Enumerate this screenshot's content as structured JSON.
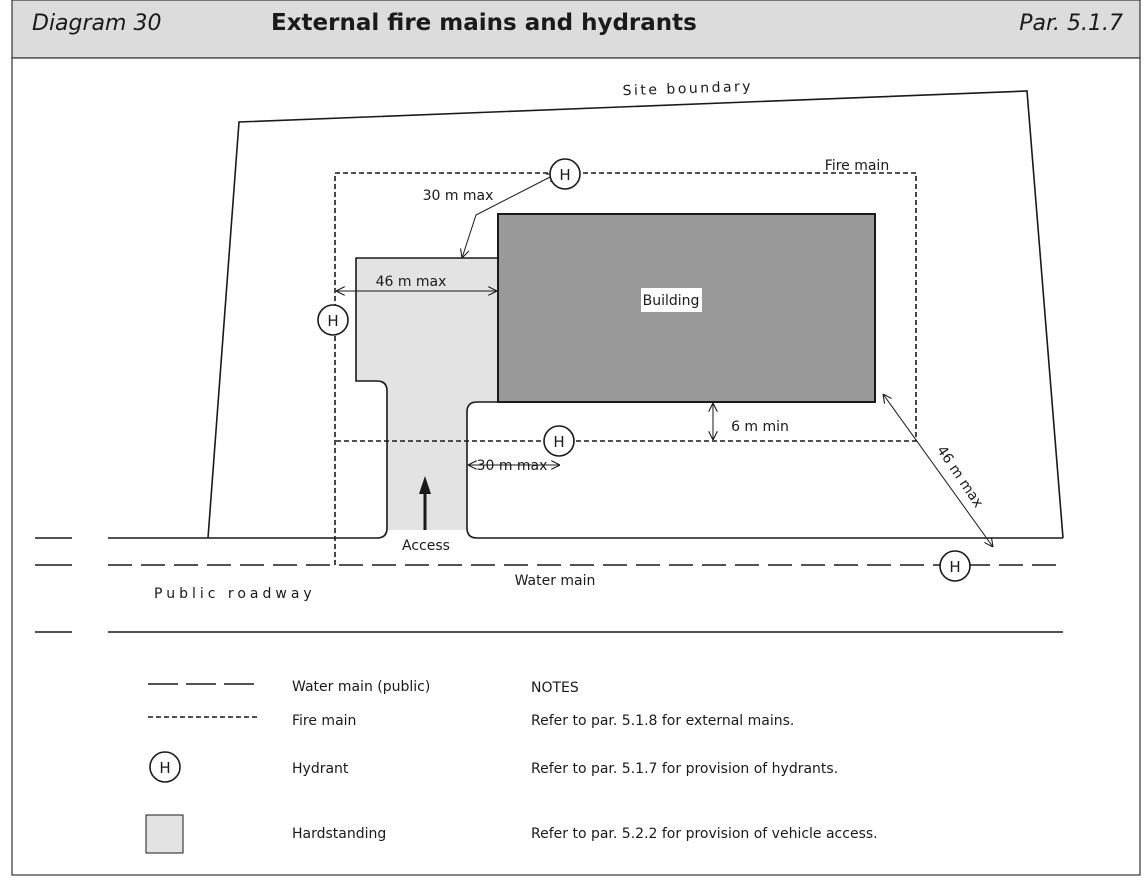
{
  "header": {
    "diagram_no": "Diagram 30",
    "title": "External fire mains and hydrants",
    "paragraph": "Par. 5.1.7"
  },
  "labels": {
    "site_boundary": "Site boundary",
    "fire_main": "Fire main",
    "building": "Building",
    "dim_30_top": "30 m max",
    "dim_46_left": "46 m max",
    "dim_6_min": "6 m min",
    "dim_30_bottom": "30 m max",
    "dim_46_right": "46 m max",
    "access": "Access",
    "public_roadway": "Public roadway",
    "water_main": "Water main",
    "hydrant_symbol": "H"
  },
  "legend": [
    {
      "symbol": "dashed-line",
      "label": "Water main (public)"
    },
    {
      "symbol": "dotted-line",
      "label": "Fire main"
    },
    {
      "symbol": "hydrant",
      "label": "Hydrant"
    },
    {
      "symbol": "grey-square",
      "label": "Hardstanding"
    }
  ],
  "notes": {
    "heading": "NOTES",
    "items": [
      "Refer to par. 5.1.8 for external mains.",
      "Refer to par. 5.1.7 for provision of hydrants.",
      "Refer to par. 5.2.2 for provision of vehicle access."
    ]
  },
  "colors": {
    "header_bg": "#dcdcdc",
    "building": "#999999",
    "hardstanding": "#e3e3e3"
  }
}
